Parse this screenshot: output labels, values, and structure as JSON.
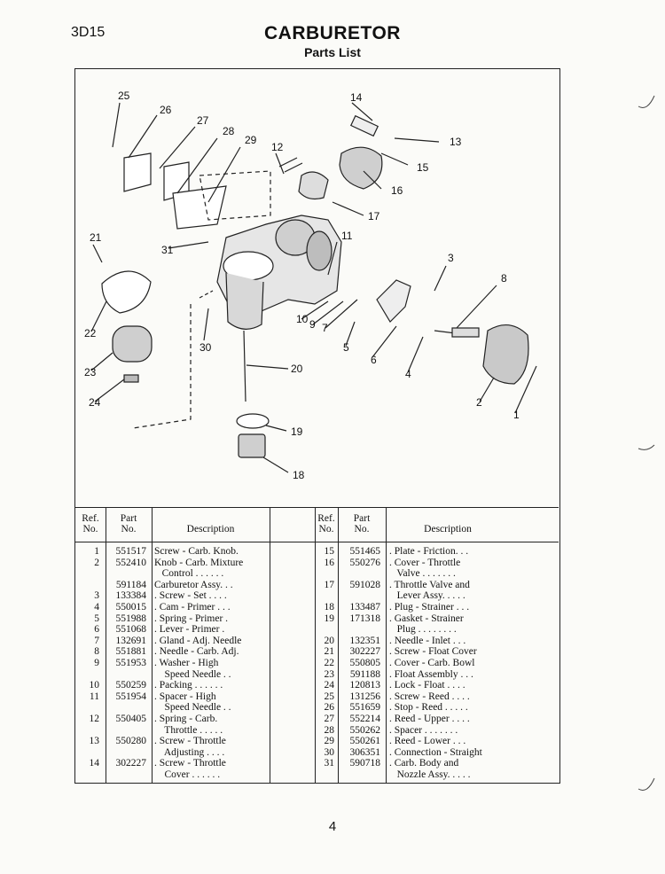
{
  "page": {
    "code": "3D15",
    "title": "CARBURETOR",
    "subtitle": "Parts List",
    "page_number": "4"
  },
  "callouts": [
    "25",
    "26",
    "27",
    "28",
    "29",
    "12",
    "14",
    "13",
    "15",
    "16",
    "17",
    "11",
    "21",
    "31",
    "3",
    "8",
    "22",
    "10",
    "9",
    "7",
    "5",
    "30",
    "6",
    "23",
    "20",
    "4",
    "24",
    "2",
    "1",
    "19",
    "18"
  ],
  "table": {
    "headers": {
      "ref": [
        "Ref.",
        "No."
      ],
      "part": [
        "Part",
        "No."
      ],
      "desc": "Description"
    },
    "left": [
      {
        "ref": "1",
        "part": "551517",
        "desc": [
          "Screw - Carb. Knob."
        ]
      },
      {
        "ref": "2",
        "part": "552410",
        "desc": [
          "Knob - Carb. Mixture",
          "   Control . . . . . ."
        ]
      },
      {
        "ref": "",
        "part": "591184",
        "desc": [
          "Carburetor Assy. . ."
        ]
      },
      {
        "ref": "3",
        "part": "133384",
        "desc": [
          ". Screw - Set . . . ."
        ]
      },
      {
        "ref": "4",
        "part": "550015",
        "desc": [
          ". Cam - Primer . . ."
        ]
      },
      {
        "ref": "5",
        "part": "551988",
        "desc": [
          ". Spring - Primer ."
        ]
      },
      {
        "ref": "6",
        "part": "551068",
        "desc": [
          ". Lever - Primer ."
        ]
      },
      {
        "ref": "7",
        "part": "132691",
        "desc": [
          ". Gland - Adj. Needle"
        ]
      },
      {
        "ref": "8",
        "part": "551881",
        "desc": [
          ". Needle - Carb. Adj."
        ]
      },
      {
        "ref": "9",
        "part": "551953",
        "desc": [
          ". Washer - High",
          "    Speed Needle . ."
        ]
      },
      {
        "ref": "10",
        "part": "550259",
        "desc": [
          ". Packing . . . . . ."
        ]
      },
      {
        "ref": "11",
        "part": "551954",
        "desc": [
          ". Spacer - High",
          "    Speed Needle . ."
        ]
      },
      {
        "ref": "12",
        "part": "550405",
        "desc": [
          ". Spring - Carb.",
          "    Throttle . . . . ."
        ]
      },
      {
        "ref": "13",
        "part": "550280",
        "desc": [
          ". Screw - Throttle",
          "    Adjusting . . . ."
        ]
      },
      {
        "ref": "14",
        "part": "302227",
        "desc": [
          ". Screw - Throttle",
          "    Cover . . . . . ."
        ]
      }
    ],
    "right": [
      {
        "ref": "15",
        "part": "551465",
        "desc": [
          ". Plate - Friction. . ."
        ]
      },
      {
        "ref": "16",
        "part": "550276",
        "desc": [
          ". Cover - Throttle",
          "   Valve . . . . . . ."
        ]
      },
      {
        "ref": "17",
        "part": "591028",
        "desc": [
          ". Throttle Valve and",
          "   Lever Assy. . . . ."
        ]
      },
      {
        "ref": "18",
        "part": "133487",
        "desc": [
          ". Plug - Strainer . . ."
        ]
      },
      {
        "ref": "19",
        "part": "171318",
        "desc": [
          ". Gasket - Strainer",
          "   Plug . . . . . . . ."
        ]
      },
      {
        "ref": "20",
        "part": "132351",
        "desc": [
          ". Needle - Inlet . . ."
        ]
      },
      {
        "ref": "21",
        "part": "302227",
        "desc": [
          ". Screw - Float Cover"
        ]
      },
      {
        "ref": "22",
        "part": "550805",
        "desc": [
          ". Cover - Carb. Bowl"
        ]
      },
      {
        "ref": "23",
        "part": "591188",
        "desc": [
          ". Float Assembly . . ."
        ]
      },
      {
        "ref": "24",
        "part": "120813",
        "desc": [
          ". Lock - Float . . . ."
        ]
      },
      {
        "ref": "25",
        "part": "131256",
        "desc": [
          ". Screw - Reed . . . ."
        ]
      },
      {
        "ref": "26",
        "part": "551659",
        "desc": [
          ". Stop - Reed . . . . ."
        ]
      },
      {
        "ref": "27",
        "part": "552214",
        "desc": [
          ". Reed - Upper . . . ."
        ]
      },
      {
        "ref": "28",
        "part": "550262",
        "desc": [
          ". Spacer . . . . . . ."
        ]
      },
      {
        "ref": "29",
        "part": "550261",
        "desc": [
          ". Reed - Lower . . ."
        ]
      },
      {
        "ref": "30",
        "part": "306351",
        "desc": [
          ". Connection - Straight"
        ]
      },
      {
        "ref": "31",
        "part": "590718",
        "desc": [
          ". Carb. Body and",
          "   Nozzle Assy. . . . ."
        ]
      }
    ]
  }
}
